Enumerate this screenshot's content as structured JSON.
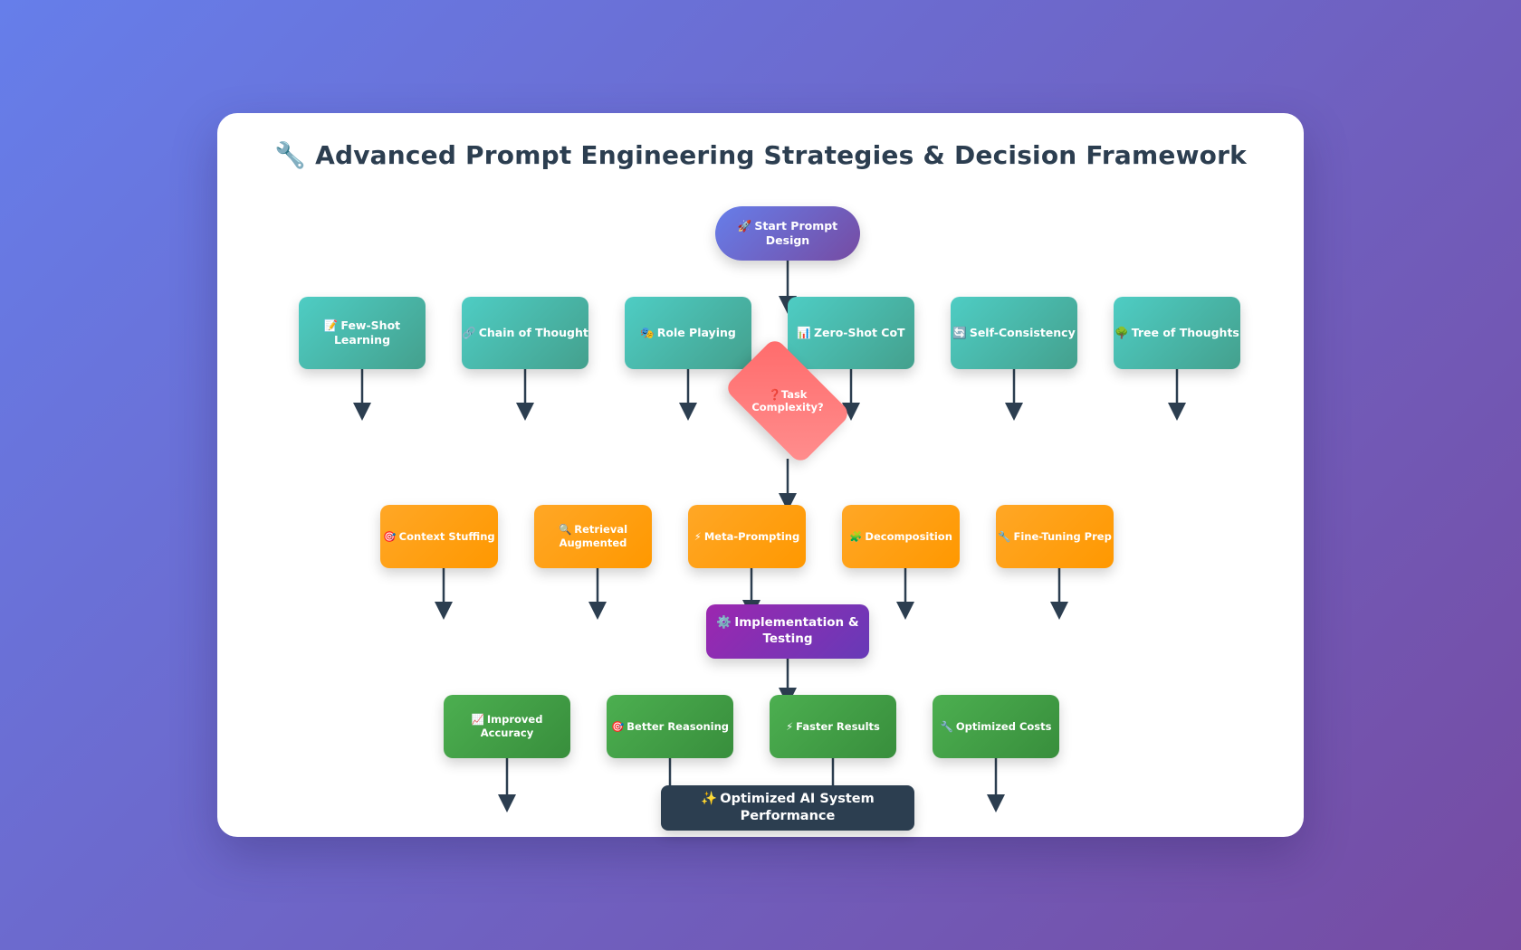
{
  "title": "🔧 Advanced Prompt Engineering Strategies & Decision Framework",
  "start": {
    "icon": "🚀",
    "label": "Start Prompt Design"
  },
  "strategies": [
    {
      "icon": "📝",
      "label": "Few-Shot Learning"
    },
    {
      "icon": "🔗",
      "label": "Chain of Thought"
    },
    {
      "icon": "🎭",
      "label": "Role Playing"
    },
    {
      "icon": "📊",
      "label": "Zero-Shot CoT"
    },
    {
      "icon": "🔄",
      "label": "Self-Consistency"
    },
    {
      "icon": "🌳",
      "label": "Tree of Thoughts"
    }
  ],
  "decision": {
    "icon": "❓",
    "label": "Task Complexity?"
  },
  "techniques": [
    {
      "icon": "🎯",
      "label": "Context Stuffing"
    },
    {
      "icon": "🔍",
      "label": "Retrieval Augmented"
    },
    {
      "icon": "⚡",
      "label": "Meta-Prompting"
    },
    {
      "icon": "🧩",
      "label": "Decomposition"
    },
    {
      "icon": "🔧",
      "label": "Fine-Tuning Prep"
    }
  ],
  "implementation": {
    "icon": "⚙️",
    "label": "Implementation & Testing"
  },
  "outcomes": [
    {
      "icon": "📈",
      "label": "Improved Accuracy"
    },
    {
      "icon": "🎯",
      "label": "Better Reasoning"
    },
    {
      "icon": "⚡",
      "label": "Faster Results"
    },
    {
      "icon": "🔧",
      "label": "Optimized Costs"
    }
  ],
  "final": {
    "icon": "✨",
    "label": "Optimized AI System Performance"
  },
  "colors": {
    "start": "#667eea",
    "strategy": "#4ecdc4",
    "decision": "#ff6b6b",
    "technique": "#ffa726",
    "implementation": "#9c27b0",
    "outcome": "#4caf50",
    "final": "#2c3e50",
    "arrow": "#2c3e50"
  }
}
